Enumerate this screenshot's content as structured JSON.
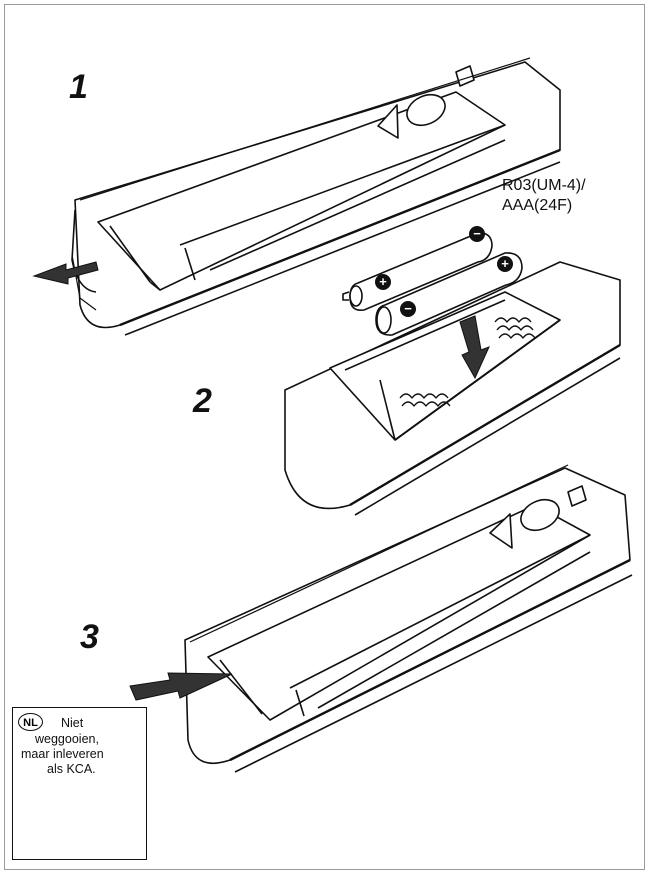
{
  "steps": {
    "one": "1",
    "two": "2",
    "three": "3"
  },
  "battery_spec": {
    "line1": "R03(UM-4)/",
    "line2": "AAA(24F)"
  },
  "polarity": {
    "plus": "+",
    "minus": "−"
  },
  "disposal_notice": {
    "badge": "NL",
    "line1": "Niet",
    "line2": "weggooien,",
    "line3": "maar inleveren",
    "line4": "als KCA."
  },
  "icons": [
    "arrow-left-icon",
    "arrow-down-icon",
    "arrow-right-icon",
    "crossed-bin-icon"
  ]
}
